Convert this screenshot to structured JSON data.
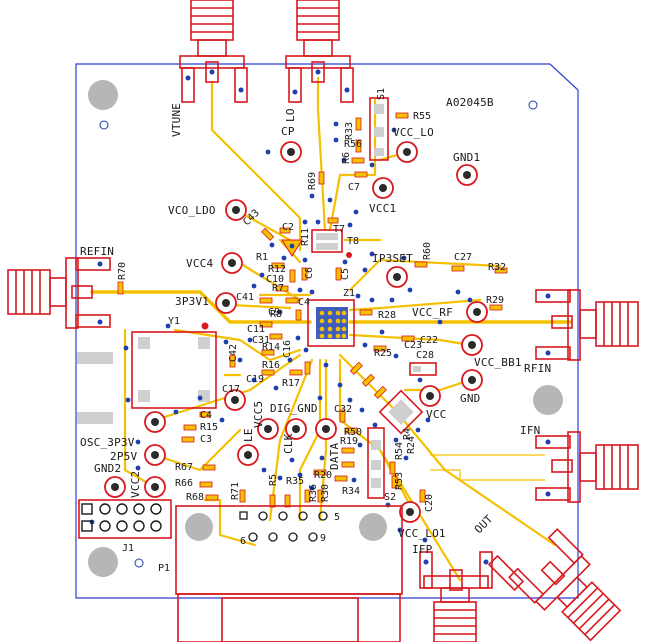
{
  "board_code": "A02045B",
  "connectors": {
    "vtune": "VTUNE",
    "lo": "LO",
    "refin": "REFIN",
    "rfin": "RFIN",
    "ifn": "IFN",
    "ifp": "IFP",
    "out": "OUT"
  },
  "test_points": {
    "vcc_lo": "VCC_LO",
    "gnd1": "GND1",
    "vcc1": "VCC1",
    "cp": "CP",
    "vco_ldo": "VCO_LDO",
    "vcc4": "VCC4",
    "p3v1": "3P3V1",
    "ip3set": "IP3SET",
    "vcc_rf": "VCC_RF",
    "vcc_bb1": "VCC_BB1",
    "gnd": "GND",
    "vcc": "VCC",
    "dig_gnd": "DIG_GND",
    "vcc5": "VCC5",
    "le": "LE",
    "clk": "CLK",
    "data": "DATA",
    "osc_3p3v": "OSC_3P3V",
    "p2p5v": "2P5V",
    "vcc2": "VCC2",
    "gnd2": "GND2",
    "vcc_lo1": "VCC_LO1"
  },
  "refdes": {
    "s1": "S1",
    "s2": "S2",
    "r55": "R55",
    "r33": "R33",
    "r56": "R56",
    "r6": "R6",
    "c7": "C7",
    "r69": "R69",
    "c43": "C43",
    "c2": "C2",
    "r11": "R11",
    "t7": "T7",
    "t8": "T8",
    "r1": "R1",
    "r12": "R12",
    "c6": "C6",
    "c5": "C5",
    "r60": "R60",
    "c27": "C27",
    "r32": "R32",
    "r70": "R70",
    "c10": "C10",
    "r7": "R7",
    "c41": "C41",
    "c9": "C9",
    "z1": "Z1",
    "r28": "R28",
    "r29": "R29",
    "y1": "Y1",
    "r8": "R8",
    "c4a": "C4",
    "c11": "C11",
    "c31": "C31",
    "c22": "C22",
    "r14": "R14",
    "c16": "C16",
    "r25": "R25",
    "c23": "C23",
    "c28": "C28",
    "c42": "C42",
    "r16": "R16",
    "c19": "C19",
    "c17": "C17",
    "r17": "R17",
    "c4b": "C4",
    "r15": "R15",
    "c3": "C3",
    "c32": "C32",
    "r50": "R50",
    "r19": "R19",
    "r54": "R54",
    "r24": "R24",
    "r4": "R4",
    "r53": "R53",
    "r5": "R5",
    "r35": "R35",
    "r20": "R20",
    "r36": "R36",
    "r30": "R30",
    "r34": "R34",
    "r67": "R67",
    "r66": "R66",
    "r68": "R68",
    "r71": "R71",
    "c20": "C20",
    "j1": "J1",
    "p1": "P1",
    "pin5": "5",
    "pin6": "6",
    "pin9": "9"
  }
}
